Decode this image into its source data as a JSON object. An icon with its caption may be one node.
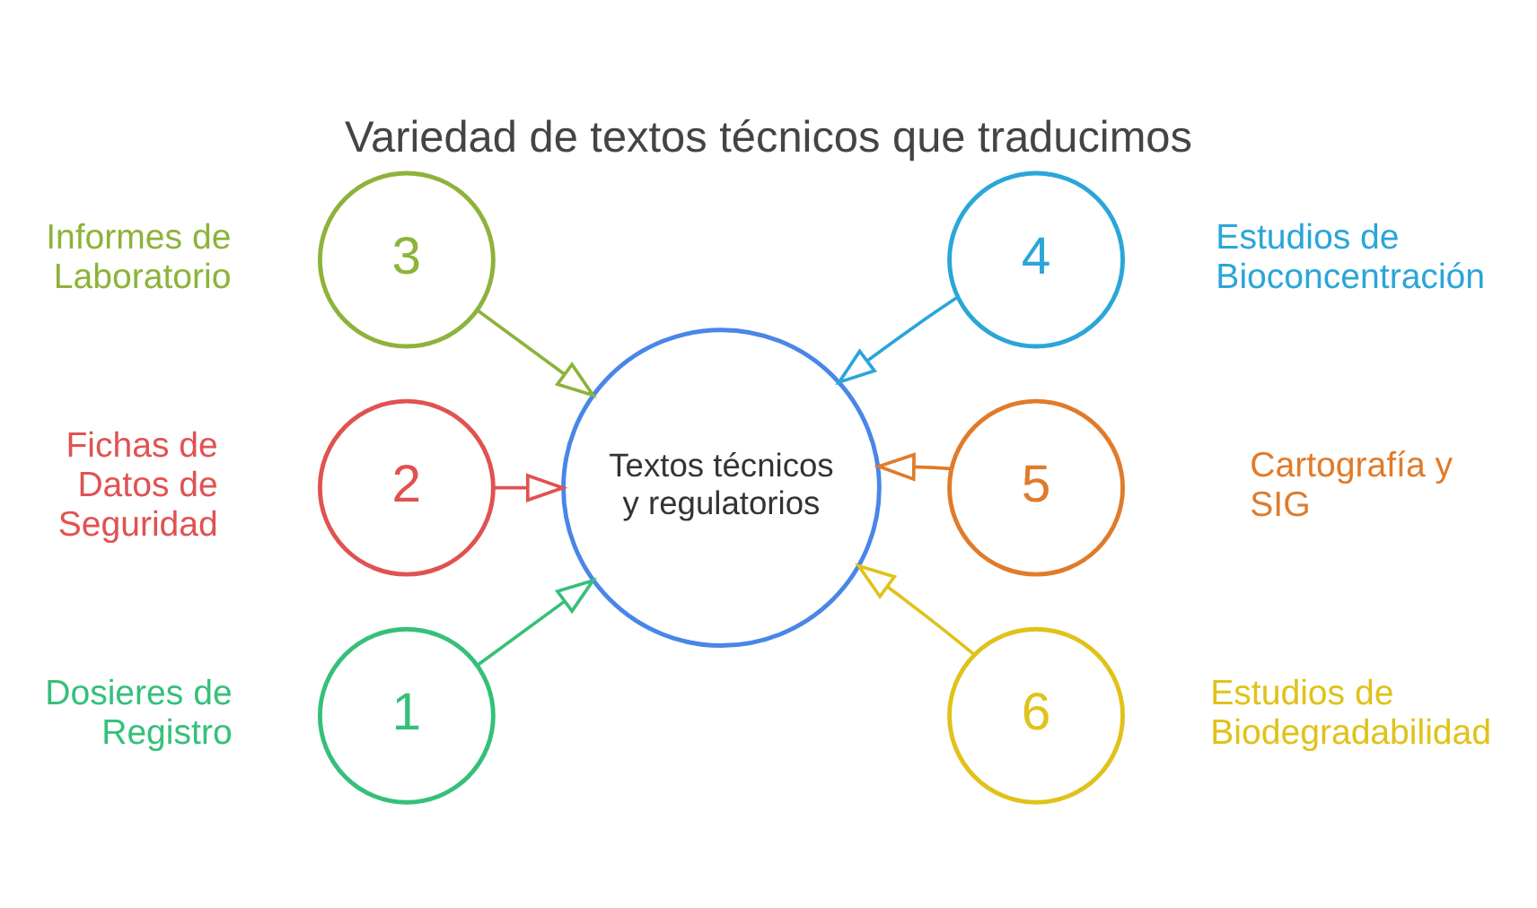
{
  "diagram": {
    "title": "Variedad de textos técnicos que traducimos",
    "nodes": [
      {
        "text": [
          "3"
        ],
        "beside": [
          "Informes de Laboratorio"
        ]
      },
      {
        "text": [
          "4"
        ],
        "beside": [
          "Estudios de Bioconcentración"
        ]
      },
      {
        "text": [
          "2"
        ],
        "beside": [
          "Fichas de Datos de Seguridad"
        ]
      },
      {
        "text": [
          "Textos técnicos y regulatorios"
        ]
      },
      {
        "text": [
          "5"
        ],
        "beside": [
          "Cartografía y SIG"
        ]
      },
      {
        "text": [
          "1"
        ],
        "beside": [
          "Dosieres de Registro"
        ]
      },
      {
        "text": [
          "6"
        ],
        "beside": [
          "Estudios de Biodegradabilidad"
        ]
      }
    ],
    "edges": [
      {
        "from": 0,
        "to": 3,
        "arrow": "to",
        "color": "#8db33a"
      },
      {
        "from": 1,
        "to": 3,
        "arrow": "to",
        "color": "#2aa6d8"
      },
      {
        "from": 2,
        "to": 3,
        "arrow": "to",
        "color": "#e05252"
      },
      {
        "from": 4,
        "to": 3,
        "arrow": "to",
        "color": "#e07b2a"
      },
      {
        "from": 5,
        "to": 3,
        "arrow": "to",
        "color": "#35c07a"
      },
      {
        "from": 6,
        "to": 3,
        "arrow": "to",
        "color": "#e0c21a"
      }
    ]
  }
}
